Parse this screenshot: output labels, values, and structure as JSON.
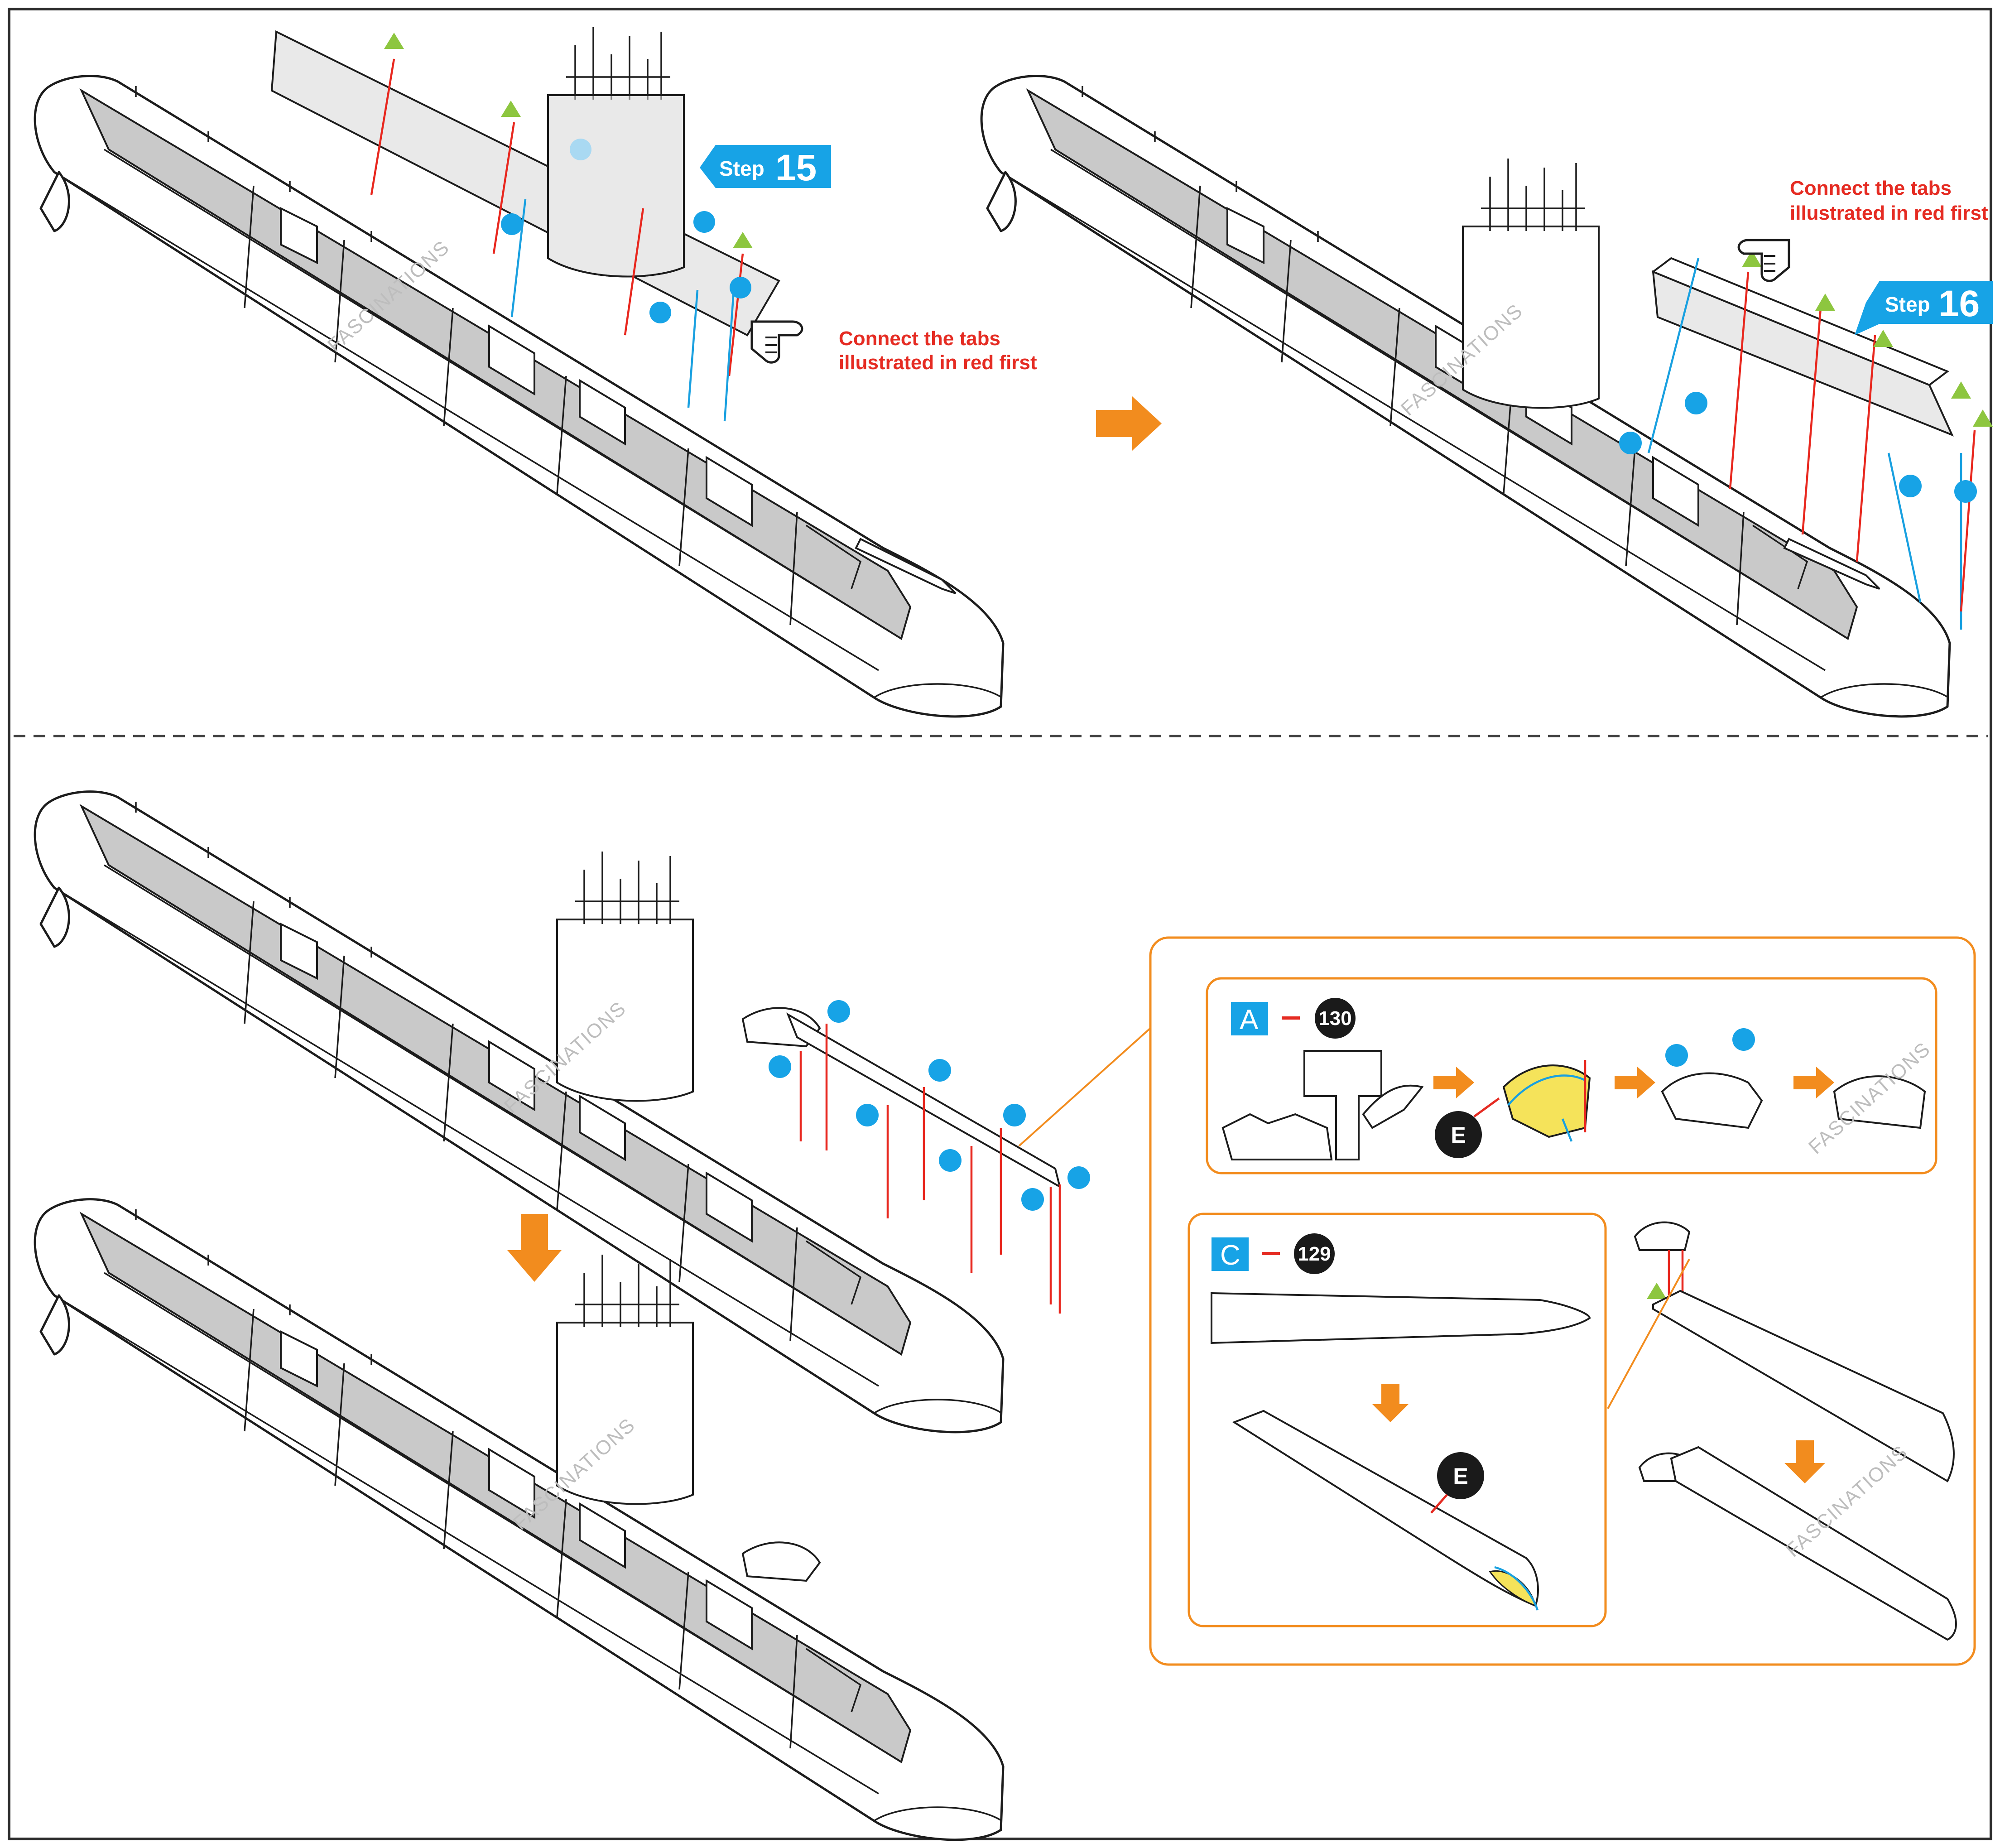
{
  "steps": {
    "step15": {
      "word": "Step",
      "number": "15"
    },
    "step16": {
      "word": "Step",
      "number": "16"
    }
  },
  "notes": {
    "connect_line1": "Connect the tabs",
    "connect_line2": "illustrated in red first"
  },
  "watermark": "FASCINATIONS",
  "detail_labels": {
    "part_a_letter": "A",
    "part_a_number": "130",
    "part_c_letter": "C",
    "part_c_number": "129",
    "callout_e": "E"
  },
  "colors": {
    "step_badge": "#17a3e6",
    "instruction_red": "#e52b22",
    "arrow_orange": "#f28c1e",
    "dot_blue": "#17a3e6",
    "triangle_green": "#8dc63f",
    "glue_yellow": "#f5e35a"
  },
  "icons": [
    "pointing-hand-icon",
    "orange-arrow-icon",
    "blue-dot-icon",
    "green-triangle-icon",
    "callout-e-icon"
  ]
}
